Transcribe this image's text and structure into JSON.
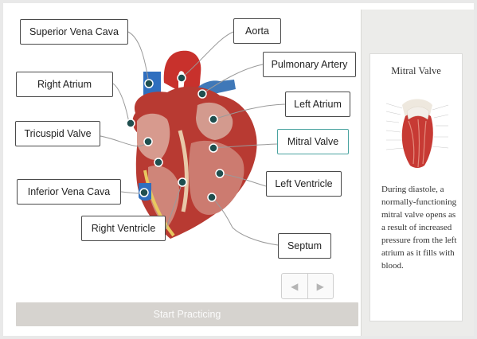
{
  "labels": {
    "superior_vena_cava": "Superior Vena Cava",
    "aorta": "Aorta",
    "pulmonary_artery": "Pulmonary Artery",
    "right_atrium": "Right Atrium",
    "left_atrium": "Left Atrium",
    "tricuspid_valve": "Tricuspid Valve",
    "mitral_valve": "Mitral Valve",
    "left_ventricle": "Left Ventricle",
    "inferior_vena_cava": "Inferior Vena Cava",
    "right_ventricle": "Right Ventricle",
    "septum": "Septum"
  },
  "navigation": {
    "prev_icon": "triangle-left-icon",
    "next_icon": "triangle-right-icon",
    "prev_glyph": "◀",
    "next_glyph": "▶"
  },
  "start_button": "Start Practicing",
  "info_panel": {
    "title": "Mitral Valve",
    "description": "During diastole, a normally-functioning mitral valve opens as a result of increased pressure from the left atrium as it fills with blood."
  },
  "colors": {
    "active_label_border": "#4aa3a0",
    "start_button_bg": "#d6d3cf",
    "pin": "#1f4f4f"
  }
}
